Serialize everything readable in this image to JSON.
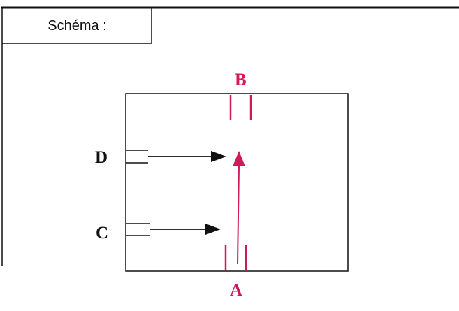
{
  "header": {
    "label": "Schéma :"
  },
  "diagram": {
    "label_top": "B",
    "label_bottom": "A",
    "label_left_upper": "D",
    "label_left_lower": "C",
    "accent_color": "#d0185a",
    "line_color": "#111111"
  }
}
